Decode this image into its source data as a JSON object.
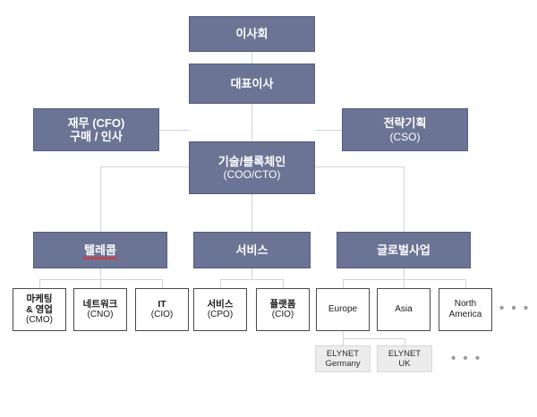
{
  "diagram": {
    "title": "Corporate Organization Chart",
    "colors": {
      "dark_node_fill": "#6b7494",
      "dark_node_border": "#545d7e",
      "white_node_border": "#4a4a4a",
      "gray_node_fill": "#ececec",
      "connector": "#d2d4d9",
      "spellcheck_underline": "#e03030",
      "background": "#ffffff"
    },
    "nodes": {
      "board": {
        "line1": "이사회",
        "line2": ""
      },
      "ceo": {
        "line1": "대표이사",
        "line2": ""
      },
      "cfo": {
        "line1": "재무 (CFO)",
        "line2": "구매 / 인사"
      },
      "cso": {
        "line1": "전략기획",
        "line2": "(CSO)"
      },
      "coo_cto": {
        "line1": "기술/블록체인",
        "line2": "(COO/CTO)"
      },
      "telecom": {
        "line1": "텔레콤",
        "line2": "",
        "misspelled": true
      },
      "service": {
        "line1": "서비스",
        "line2": ""
      },
      "global": {
        "line1": "글로벌사업",
        "line2": ""
      },
      "marketing": {
        "line1": "마케팅",
        "line2": "& 영업",
        "line3": "(CMO)"
      },
      "network": {
        "line1": "네트워크",
        "line2": "(CNO)"
      },
      "it": {
        "line1": "IT",
        "line2": "(CIO)"
      },
      "service_cpo": {
        "line1": "서비스",
        "line2": "(CPO)"
      },
      "platform": {
        "line1": "플랫폼",
        "line2": "(CIO)"
      },
      "europe": {
        "line1": "Europe",
        "line2": ""
      },
      "asia": {
        "line1": "Asia",
        "line2": ""
      },
      "north_america": {
        "line1": "North",
        "line2": "America"
      },
      "elynet_germany": {
        "line1": "ELYNET",
        "line2": "Germany"
      },
      "elynet_uk": {
        "line1": "ELYNET",
        "line2": "UK"
      }
    },
    "ellipsis": {
      "regions": "• • •",
      "subsidiaries": "• • •"
    }
  }
}
